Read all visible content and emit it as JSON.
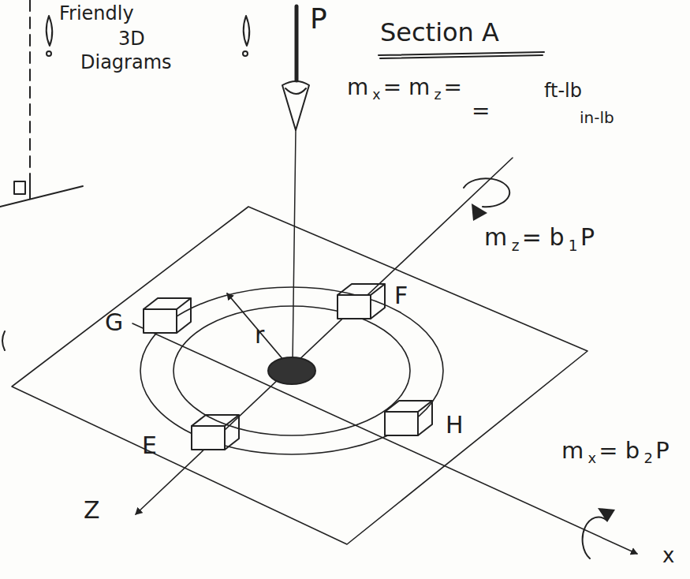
{
  "diagram": {
    "title": "Section A",
    "labels": [
      "Friendly",
      "3D",
      "Diagrams",
      "P",
      "m",
      "x",
      "= m",
      "z",
      "=",
      "=",
      "ft-lb",
      "in-lb",
      "m",
      "z",
      "= b",
      "1",
      "P",
      "G",
      "r",
      "F",
      "E",
      "H",
      "m",
      "x",
      "= b",
      "2",
      "P",
      "Z",
      "x"
    ]
  }
}
